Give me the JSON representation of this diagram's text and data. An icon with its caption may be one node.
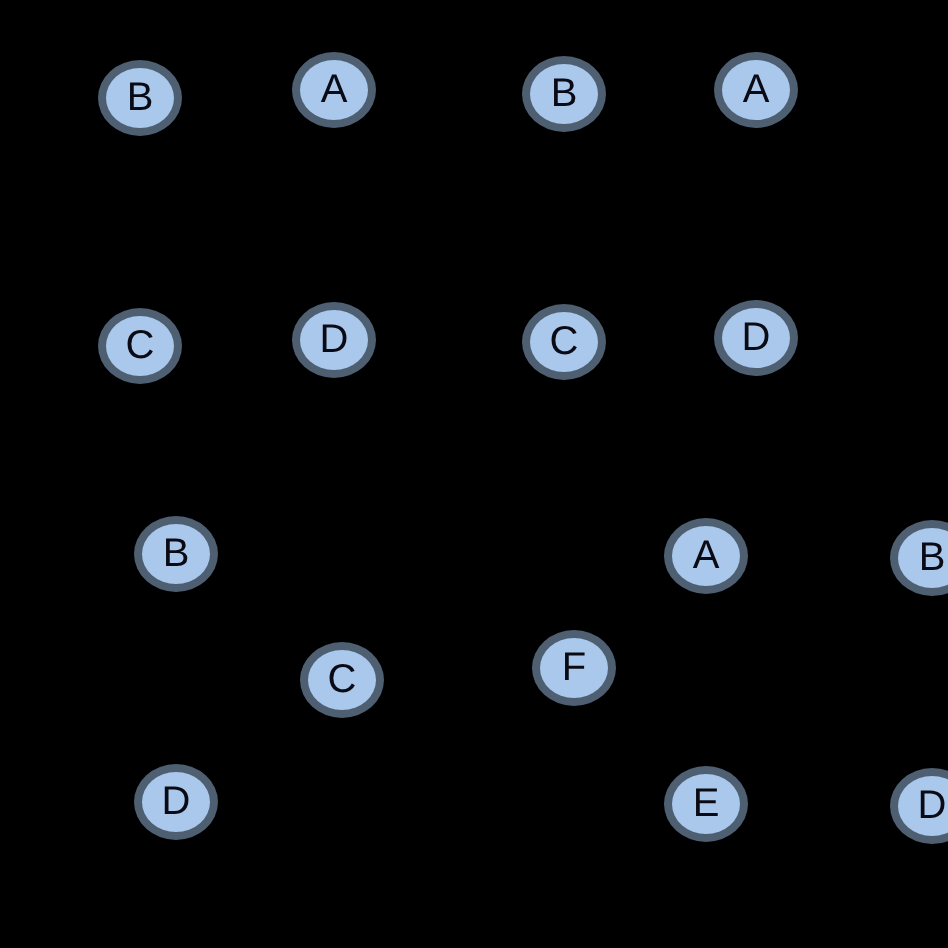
{
  "diagram": {
    "nodes": [
      {
        "text": [
          "B"
        ]
      },
      {
        "text": [
          "A"
        ]
      },
      {
        "text": [
          "B"
        ]
      },
      {
        "text": [
          "A"
        ]
      },
      {
        "text": [
          "C"
        ]
      },
      {
        "text": [
          "D"
        ]
      },
      {
        "text": [
          "C"
        ]
      },
      {
        "text": [
          "D"
        ]
      },
      {
        "text": [
          "B"
        ]
      },
      {
        "text": [
          "A"
        ]
      },
      {
        "text": [
          "B"
        ]
      },
      {
        "text": [
          "C"
        ]
      },
      {
        "text": [
          "F"
        ]
      },
      {
        "text": [
          "D"
        ]
      },
      {
        "text": [
          "E"
        ]
      },
      {
        "text": [
          "D"
        ]
      }
    ]
  }
}
